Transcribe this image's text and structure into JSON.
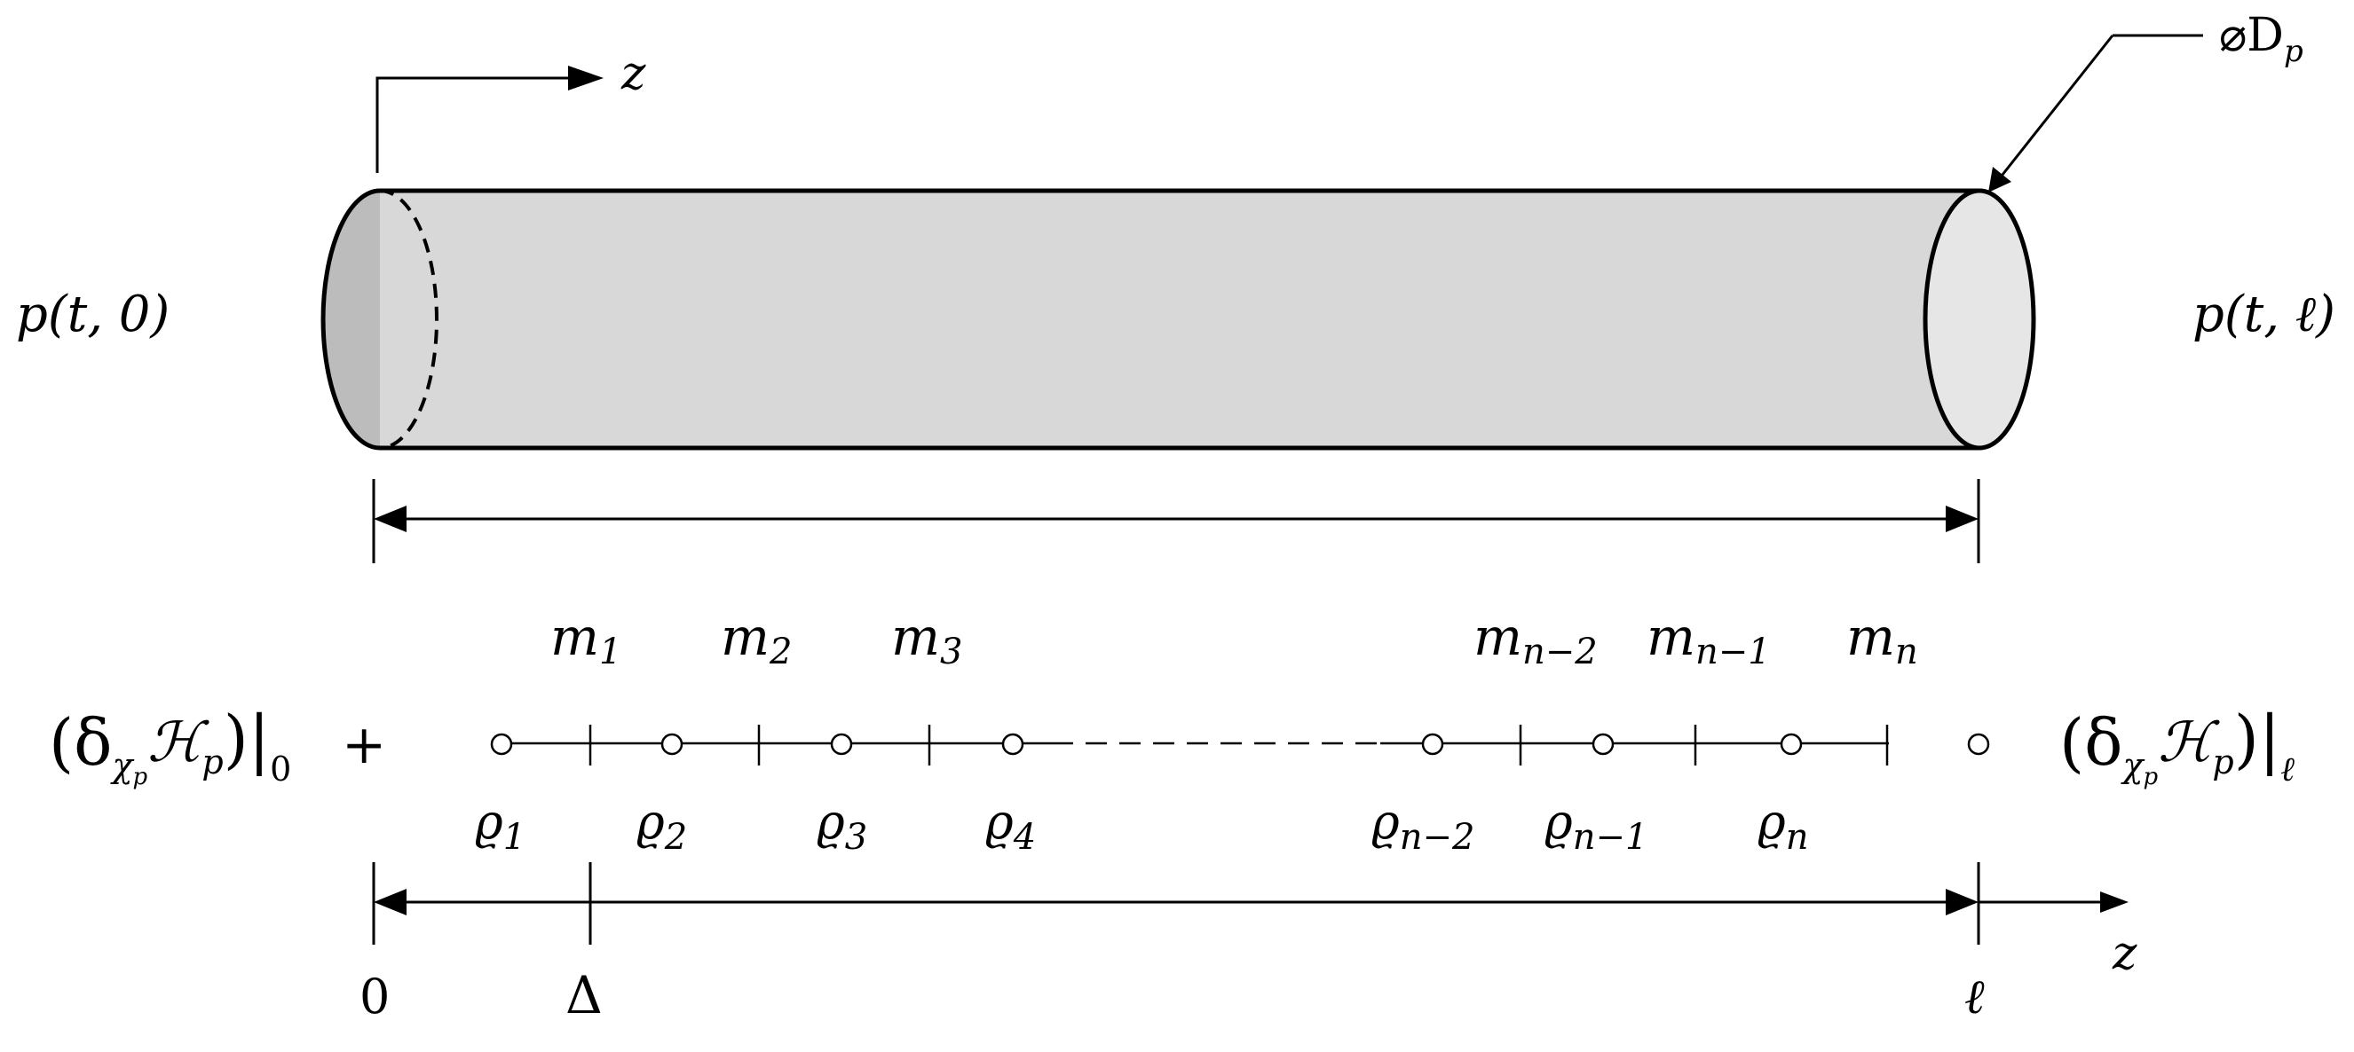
{
  "diagram": {
    "pipe": {
      "axis_label": "z",
      "diameter_label": "⌀D",
      "diameter_sub": "p",
      "pressure_inlet": "p(t, 0)",
      "pressure_outlet": "p(t, ℓ)"
    },
    "chain": {
      "boundary_left_main": "(δ",
      "boundary_left_sub": "χ",
      "boundary_left_subsub": "p",
      "boundary_left_H": "ℋ",
      "boundary_left_Hsub": "p",
      "boundary_left_close": ")|",
      "boundary_left_eval": "0",
      "plus": "+",
      "boundary_right_main": "(δ",
      "boundary_right_sub": "χ",
      "boundary_right_subsub": "p",
      "boundary_right_H": "ℋ",
      "boundary_right_Hsub": "p",
      "boundary_right_close": ")|",
      "boundary_right_eval": "ℓ",
      "mass_base": "m",
      "masses": [
        "1",
        "2",
        "3",
        "n−2",
        "n−1",
        "n"
      ],
      "density_base": "ϱ",
      "densities": [
        "1",
        "2",
        "3",
        "4",
        "n−2",
        "n−1",
        "n"
      ]
    },
    "axis": {
      "label": "z",
      "tick_zero": "0",
      "tick_delta": "Δ",
      "tick_end": "ℓ"
    }
  }
}
